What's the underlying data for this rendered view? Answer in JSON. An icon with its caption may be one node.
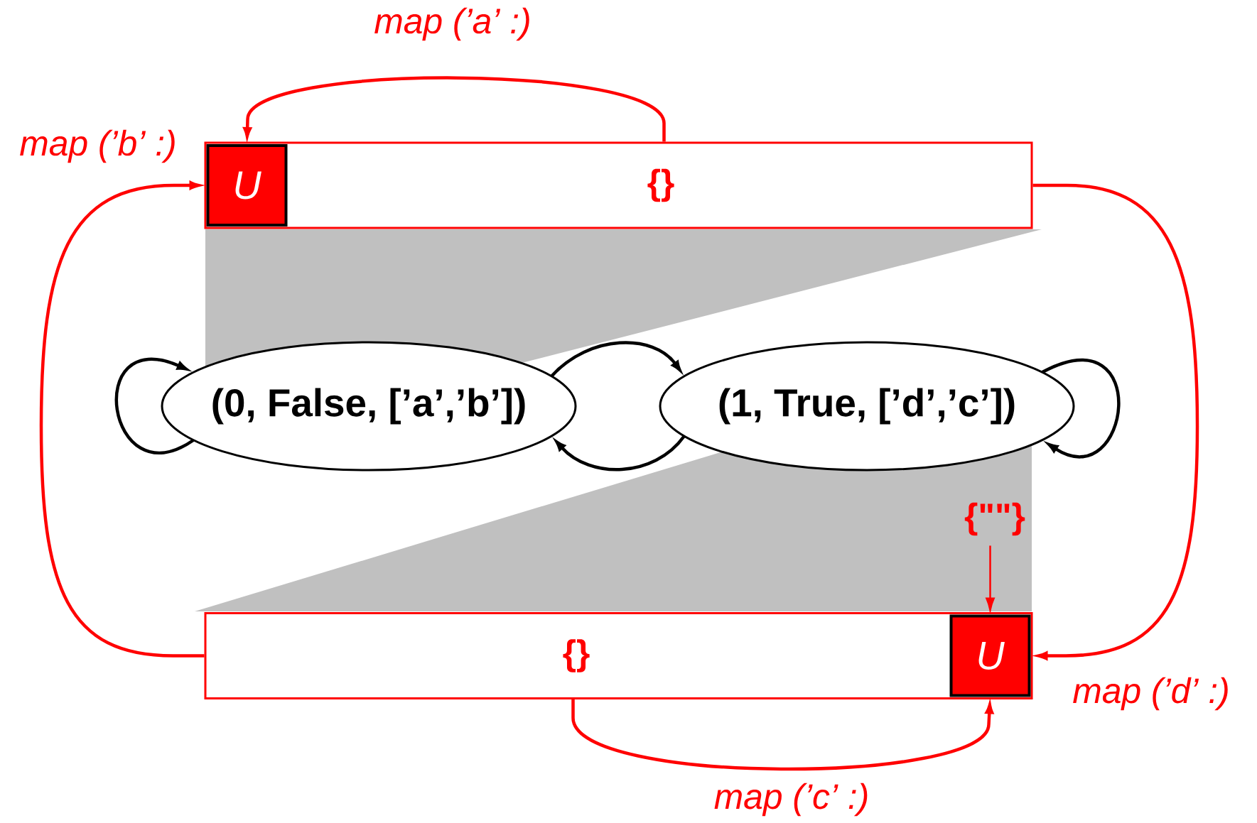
{
  "diagram": {
    "nodes": [
      {
        "text": [
          "{}"
        ]
      },
      {
        "text": [
          "U"
        ],
        "in": 0
      },
      {
        "text": [
          "(0, False, [’a’,’b’])"
        ]
      },
      {
        "text": [
          "(1, True, [’d’,’c’])"
        ]
      },
      {
        "text": [
          "{}"
        ]
      },
      {
        "text": [
          "U"
        ],
        "in": 4
      },
      {
        "text": [
          "{\"\"}"
        ]
      }
    ],
    "edges": [
      {
        "from": 0,
        "to": 1,
        "arrow": "to",
        "label": "map (’a’ :)"
      },
      {
        "from": 4,
        "to": 1,
        "arrow": "to",
        "label": "map (’b’ :)"
      },
      {
        "from": 0,
        "to": 5,
        "arrow": "to",
        "label": "map (’d’ :)"
      },
      {
        "from": 4,
        "to": 5,
        "arrow": "to",
        "label": "map (’c’ :)"
      },
      {
        "from": 6,
        "to": 5,
        "arrow": "to"
      },
      {
        "from": 2,
        "to": 2,
        "arrow": "to",
        "color": "#000000"
      },
      {
        "from": 2,
        "to": 3,
        "arrow": "to",
        "color": "#000000"
      },
      {
        "from": 3,
        "to": 2,
        "arrow": "to",
        "color": "#000000"
      },
      {
        "from": 3,
        "to": 3,
        "arrow": "to",
        "color": "#000000"
      }
    ]
  }
}
